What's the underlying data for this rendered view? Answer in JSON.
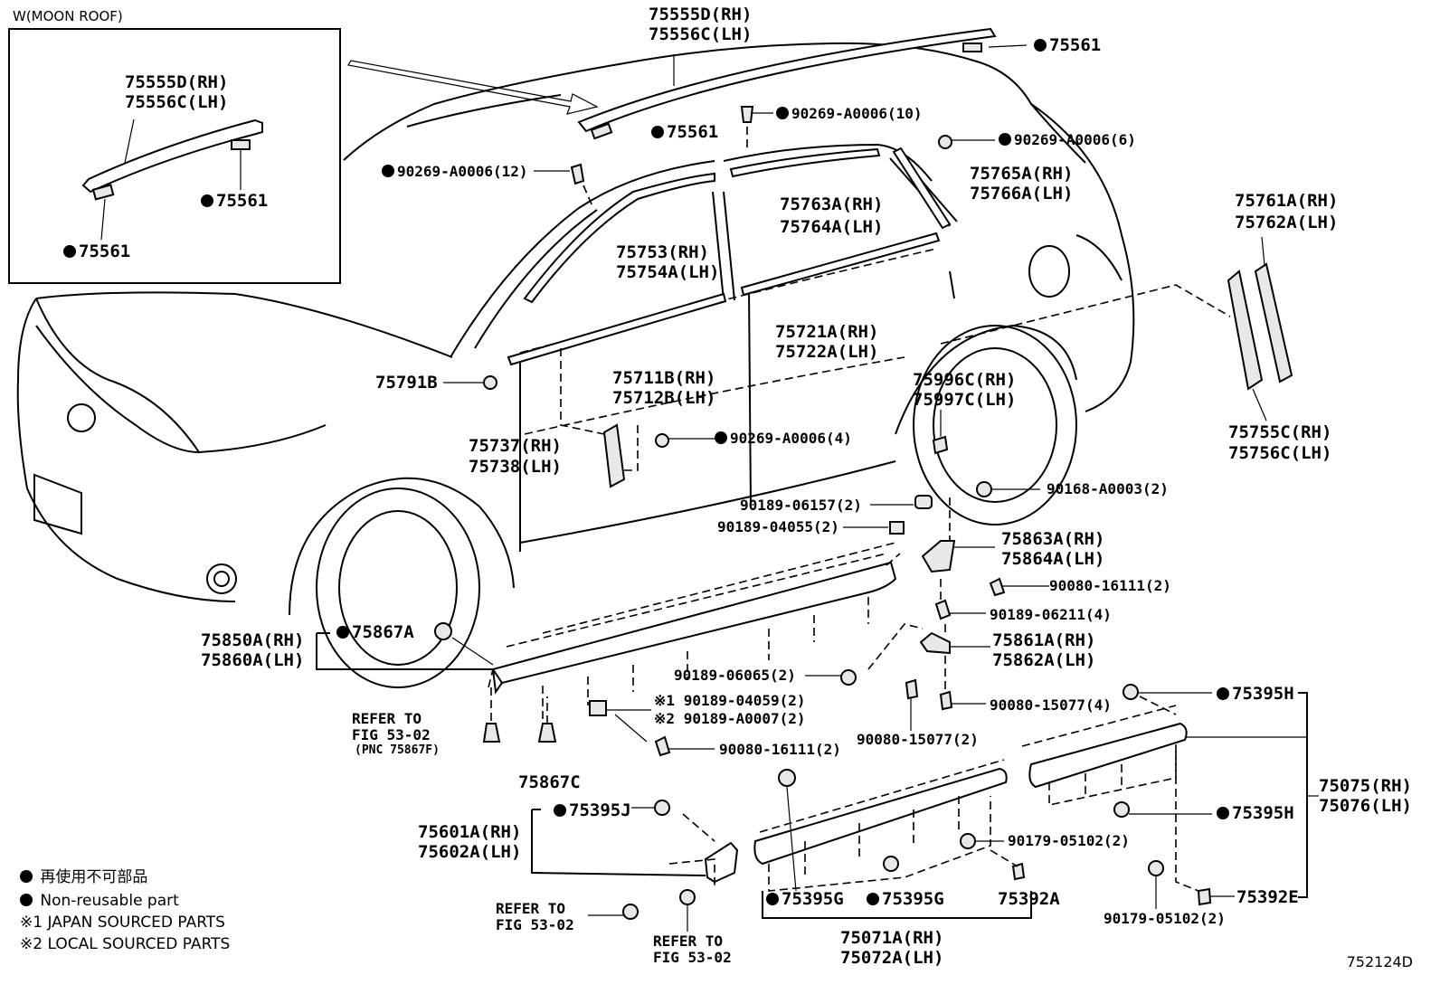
{
  "diagram_code": "752124D",
  "inset": {
    "title": "W(MOON ROOF)",
    "rail_label_rh": "75555D(RH)",
    "rail_label_lh": "75556C(LH)",
    "clip_label_1": "75561",
    "clip_label_2": "75561"
  },
  "labels": {
    "rail_rh": "75555D(RH)",
    "rail_lh": "75556C(LH)",
    "clip_75561_top": "75561",
    "clip_75561_mid": "75561",
    "screw_10": "90269-A0006(10)",
    "screw_6": "90269-A0006(6)",
    "screw_12": "90269-A0006(12)",
    "rear_moulding_rh": "75765A(RH)",
    "rear_moulding_lh": "75766A(LH)",
    "upper_rear_rh": "75763A(RH)",
    "upper_rear_lh": "75764A(LH)",
    "upper_front_rh": "75753(RH)",
    "upper_front_lh": "75754A(LH)",
    "pillar_rh": "75761A(RH)",
    "pillar_lh": "75762A(LH)",
    "belt_rear_rh": "75721A(RH)",
    "belt_rear_lh": "75722A(LH)",
    "belt_front_rh": "75711B(RH)",
    "belt_front_lh": "75712B(LH)",
    "clip_75791b": "75791B",
    "garnish_rh": "75996C(RH)",
    "garnish_lh": "75997C(LH)",
    "pillar_cover_rh": "75755C(RH)",
    "pillar_cover_lh": "75756C(LH)",
    "center_pillar_rh": "75737(RH)",
    "center_pillar_lh": "75738(LH)",
    "screw_4": "90269-A0006(4)",
    "clip_90168": "90168-A0003(2)",
    "clip_90189_06157": "90189-06157(2)",
    "clip_90189_04055": "90189-04055(2)",
    "bracket_rh": "75863A(RH)",
    "bracket_lh": "75864A(LH)",
    "screw_16111_upper": "90080-16111(2)",
    "clip_06211": "90189-06211(4)",
    "bracket2_rh": "75861A(RH)",
    "bracket2_lh": "75862A(LH)",
    "clip_06065": "90189-06065(2)",
    "screw_15077_right": "90080-15077(4)",
    "screw_15077_center": "90080-15077(2)",
    "rocker_rh": "75850A(RH)",
    "rocker_lh": "75860A(LH)",
    "clip_75867a": "75867A",
    "note1_part": "90189-04059(2)",
    "note2_part": "90189-A0007(2)",
    "note1_mark": "※1",
    "note2_mark": "※2",
    "screw_16111_lower": "90080-16111(2)",
    "refer_to": "REFER TO",
    "fig_53_02": "FIG 53-02",
    "pnc_note": "(PNC 75867F)",
    "clip_75867c": "75867C",
    "clip_75395h_top": "75395H",
    "clip_75395h_mid": "75395H",
    "rear_door_mold_rh": "75075(RH)",
    "rear_door_mold_lh": "75076(LH)",
    "clip_75395j": "75395J",
    "fender_mold_rh": "75601A(RH)",
    "fender_mold_lh": "75602A(LH)",
    "nut_05102_mid": "90179-05102(2)",
    "nut_05102_bottom": "90179-05102(2)",
    "clip_75392a": "75392A",
    "clip_75392e": "75392E",
    "clip_75395g_1": "75395G",
    "clip_75395g_2": "75395G",
    "front_door_mold_rh": "75071A(RH)",
    "front_door_mold_lh": "75072A(LH)"
  },
  "legend": {
    "line1": "再使用不可部品",
    "line2": "Non-reusable part",
    "line3": "※1 JAPAN SOURCED PARTS",
    "line4": "※2 LOCAL SOURCED PARTS"
  }
}
